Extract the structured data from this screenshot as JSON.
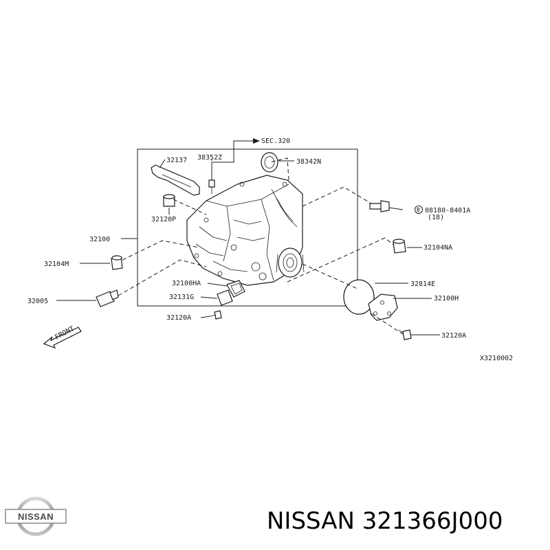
{
  "diagram": {
    "labels": {
      "sec320": "SEC.320",
      "p32137": "32137",
      "p38352z": "38352Z",
      "p38342n": "38342N",
      "p0818b": "08180-8401A",
      "p0818b_qty": "(18)",
      "p0818b_marker": "B",
      "p32120p": "32120P",
      "p32100": "32100",
      "p32104na": "32104NA",
      "p32104m": "32104M",
      "p32814e": "32814E",
      "p32100ha": "32100HA",
      "p32131g": "32131G",
      "p32005": "32005",
      "p32100h": "32100H",
      "p32120a_left": "32120A",
      "p32120a_right": "32120A",
      "front": "FRONT",
      "ref_code": "X3210002"
    }
  },
  "footer": {
    "logo_text": "NISSAN",
    "title": "NISSAN 321366J000"
  }
}
